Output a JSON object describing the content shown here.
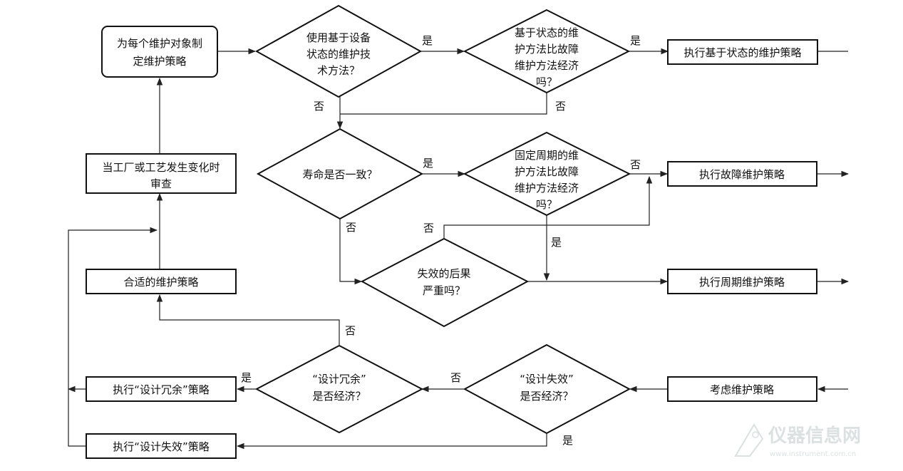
{
  "nodes": {
    "start_box": [
      "为每个维护对象制",
      "定维护策略"
    ],
    "d_cbm": [
      "使用基于设备",
      "状态的维护技",
      "术方法？"
    ],
    "d_cbm_econ": [
      "基于状态的维",
      "护方法比故障",
      "维护方法经济",
      "吗？"
    ],
    "exec_cbm": [
      "执行基于状态的维护策略"
    ],
    "d_life": [
      "寿命是否一致？"
    ],
    "d_fixed": [
      "固定周期的维",
      "护方法比故障",
      "维护方法经济",
      "吗？"
    ],
    "exec_fault": [
      "执行故障维护策略"
    ],
    "d_conseq": [
      "失效的后果",
      "严重吗？"
    ],
    "exec_period": [
      "执行周期维护策略"
    ],
    "review_box": [
      "当工厂或工艺发生变化时",
      "审查"
    ],
    "proper_box": [
      "合适的维护策略"
    ],
    "d_redund": [
      "“设计冗余”",
      "是否经济？"
    ],
    "exec_redund": [
      "执行“设计冗余”策略"
    ],
    "d_failure": [
      "“设计失效”",
      "是否经济？"
    ],
    "consider_box": [
      "考虑维护策略"
    ],
    "exec_failure": [
      "执行“设计失效”策略"
    ]
  },
  "edge_labels": {
    "yes": "是",
    "no": "否"
  },
  "watermark": {
    "title": "仪器信息网",
    "url": "www.instrument.com.cn"
  }
}
